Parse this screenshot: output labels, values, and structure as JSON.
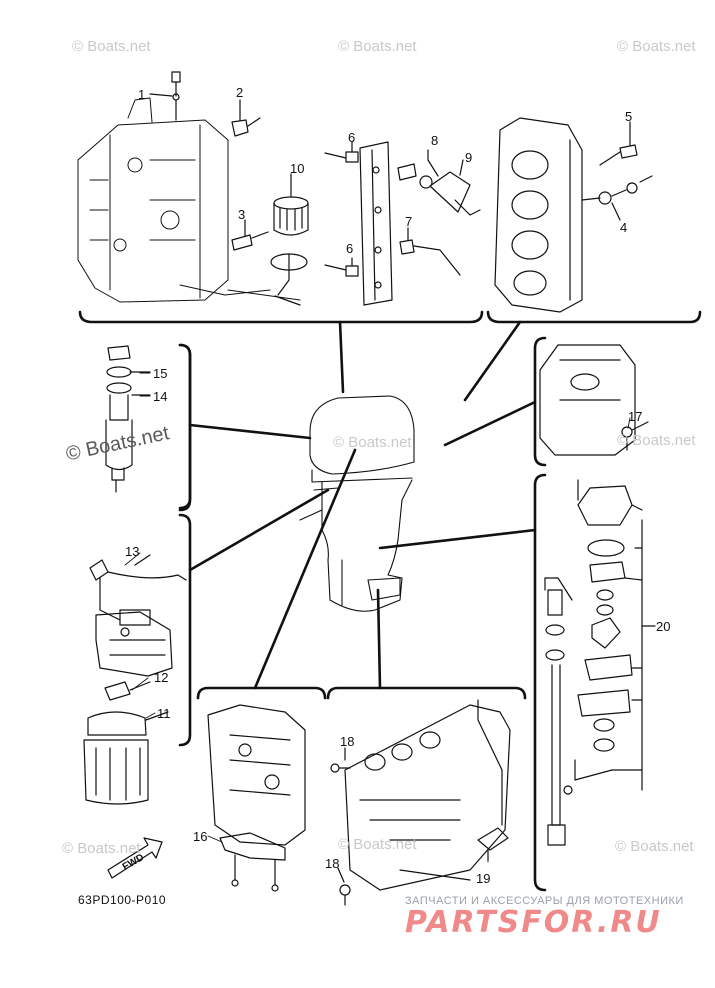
{
  "diagram": {
    "catalog_code": "63PD100-P010",
    "fwd_label": "FWD",
    "watermarks": [
      "© Boats.net",
      "© Boats.net",
      "© Boats.net",
      "© Boats.net",
      "© Boats.net",
      "© Boats.net",
      "© Boats.net",
      "© Boats.net"
    ],
    "watermark_big": "© Boats.net",
    "brand_tagline": "ЗАПЧАСТИ И АКСЕССУАРЫ ДЛЯ МОТОТЕХНИКИ",
    "brand_logo": "PARTSFOR.RU",
    "callouts": {
      "c1": "1",
      "c2": "2",
      "c3": "3",
      "c4": "4",
      "c5": "5",
      "c6a": "6",
      "c6b": "6",
      "c7": "7",
      "c8": "8",
      "c9": "9",
      "c10": "10",
      "c11": "11",
      "c12": "12",
      "c13": "13",
      "c14": "14",
      "c15": "15",
      "c16": "16",
      "c17": "17",
      "c18a": "18",
      "c18b": "18",
      "c19": "19",
      "c20": "20"
    }
  }
}
